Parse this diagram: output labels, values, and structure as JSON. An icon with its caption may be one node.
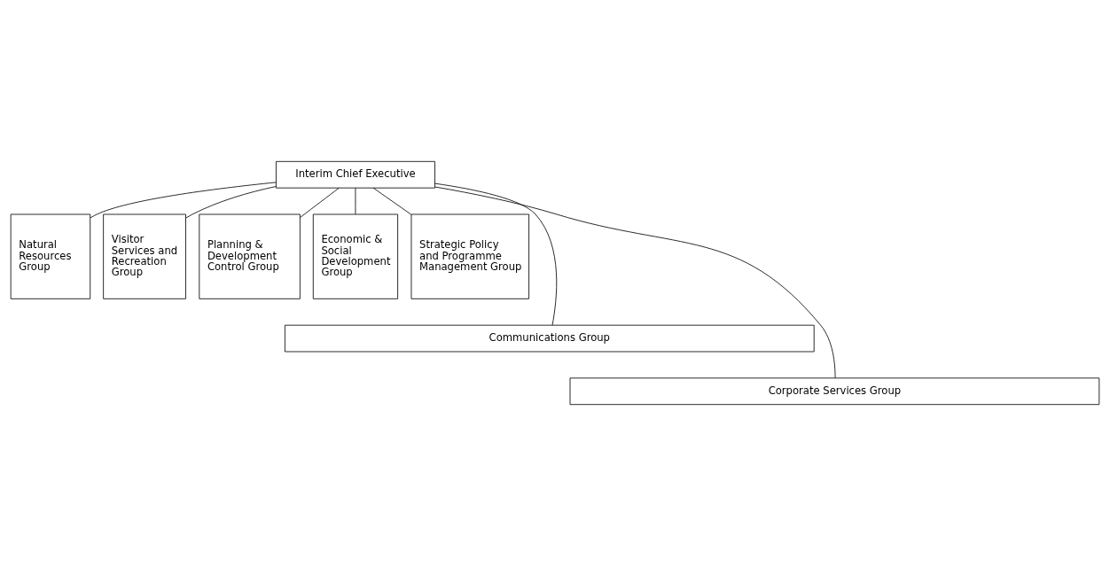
{
  "diagram": {
    "nodes": [
      {
        "text": [
          "Interim Chief Executive"
        ]
      },
      {
        "text": [
          "Natural Resources Group"
        ]
      },
      {
        "text": [
          "Visitor Services and Recreation Group"
        ]
      },
      {
        "text": [
          "Planning & Development Control Group"
        ]
      },
      {
        "text": [
          "Economic & Social Development Group"
        ]
      },
      {
        "text": [
          "Strategic Policy and Programme Management Group"
        ]
      },
      {
        "text": [
          "Communications Group"
        ]
      },
      {
        "text": [
          "Corporate Services Group"
        ]
      }
    ],
    "edges": [
      {
        "from": 0,
        "to": 1,
        "arrow": "none"
      },
      {
        "from": 0,
        "to": 2,
        "arrow": "none"
      },
      {
        "from": 0,
        "to": 3,
        "arrow": "none"
      },
      {
        "from": 0,
        "to": 4,
        "arrow": "none"
      },
      {
        "from": 0,
        "to": 5,
        "arrow": "none"
      },
      {
        "from": 0,
        "to": 6,
        "arrow": "none"
      },
      {
        "from": 0,
        "to": 7,
        "arrow": "none"
      }
    ]
  }
}
